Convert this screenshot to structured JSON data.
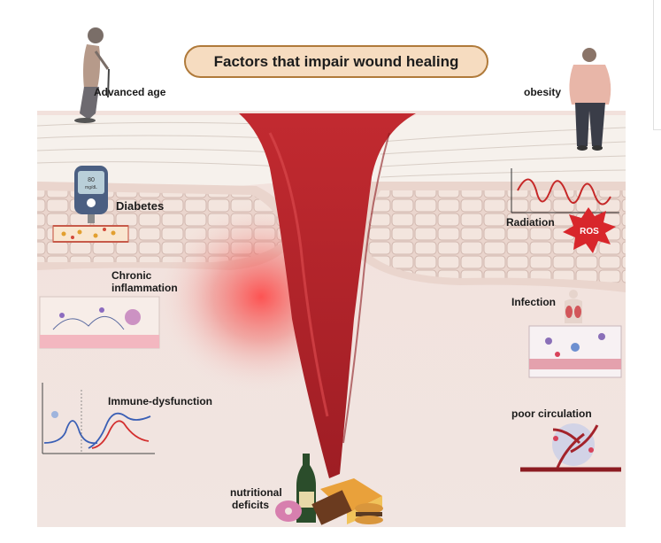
{
  "title": "Factors that impair wound healing",
  "factors": {
    "advanced_age": "Advanced age",
    "obesity": "obesity",
    "diabetes": "Diabetes",
    "radiation": "Radiation",
    "ros": "ROS",
    "chronic_inflammation_line1": "Chronic",
    "chronic_inflammation_line2": "inflammation",
    "infection": "Infection",
    "immune_dysfunction": "Immune-dysfunction",
    "poor_circulation": "poor circulation",
    "nutritional_deficits_line1": "nutritional",
    "nutritional_deficits_line2": "deficits"
  },
  "glucometer_reading": {
    "value": "80",
    "unit": "mg/dL"
  },
  "colors": {
    "wound": "#b3262b",
    "wound_glow": "#e5333a",
    "skin_top": "#f3ece4",
    "dermis": "#e9cfc7",
    "background_tissue": "#f1e4df",
    "title_fill": "#f6dcc0",
    "title_border": "#b07a3a"
  }
}
